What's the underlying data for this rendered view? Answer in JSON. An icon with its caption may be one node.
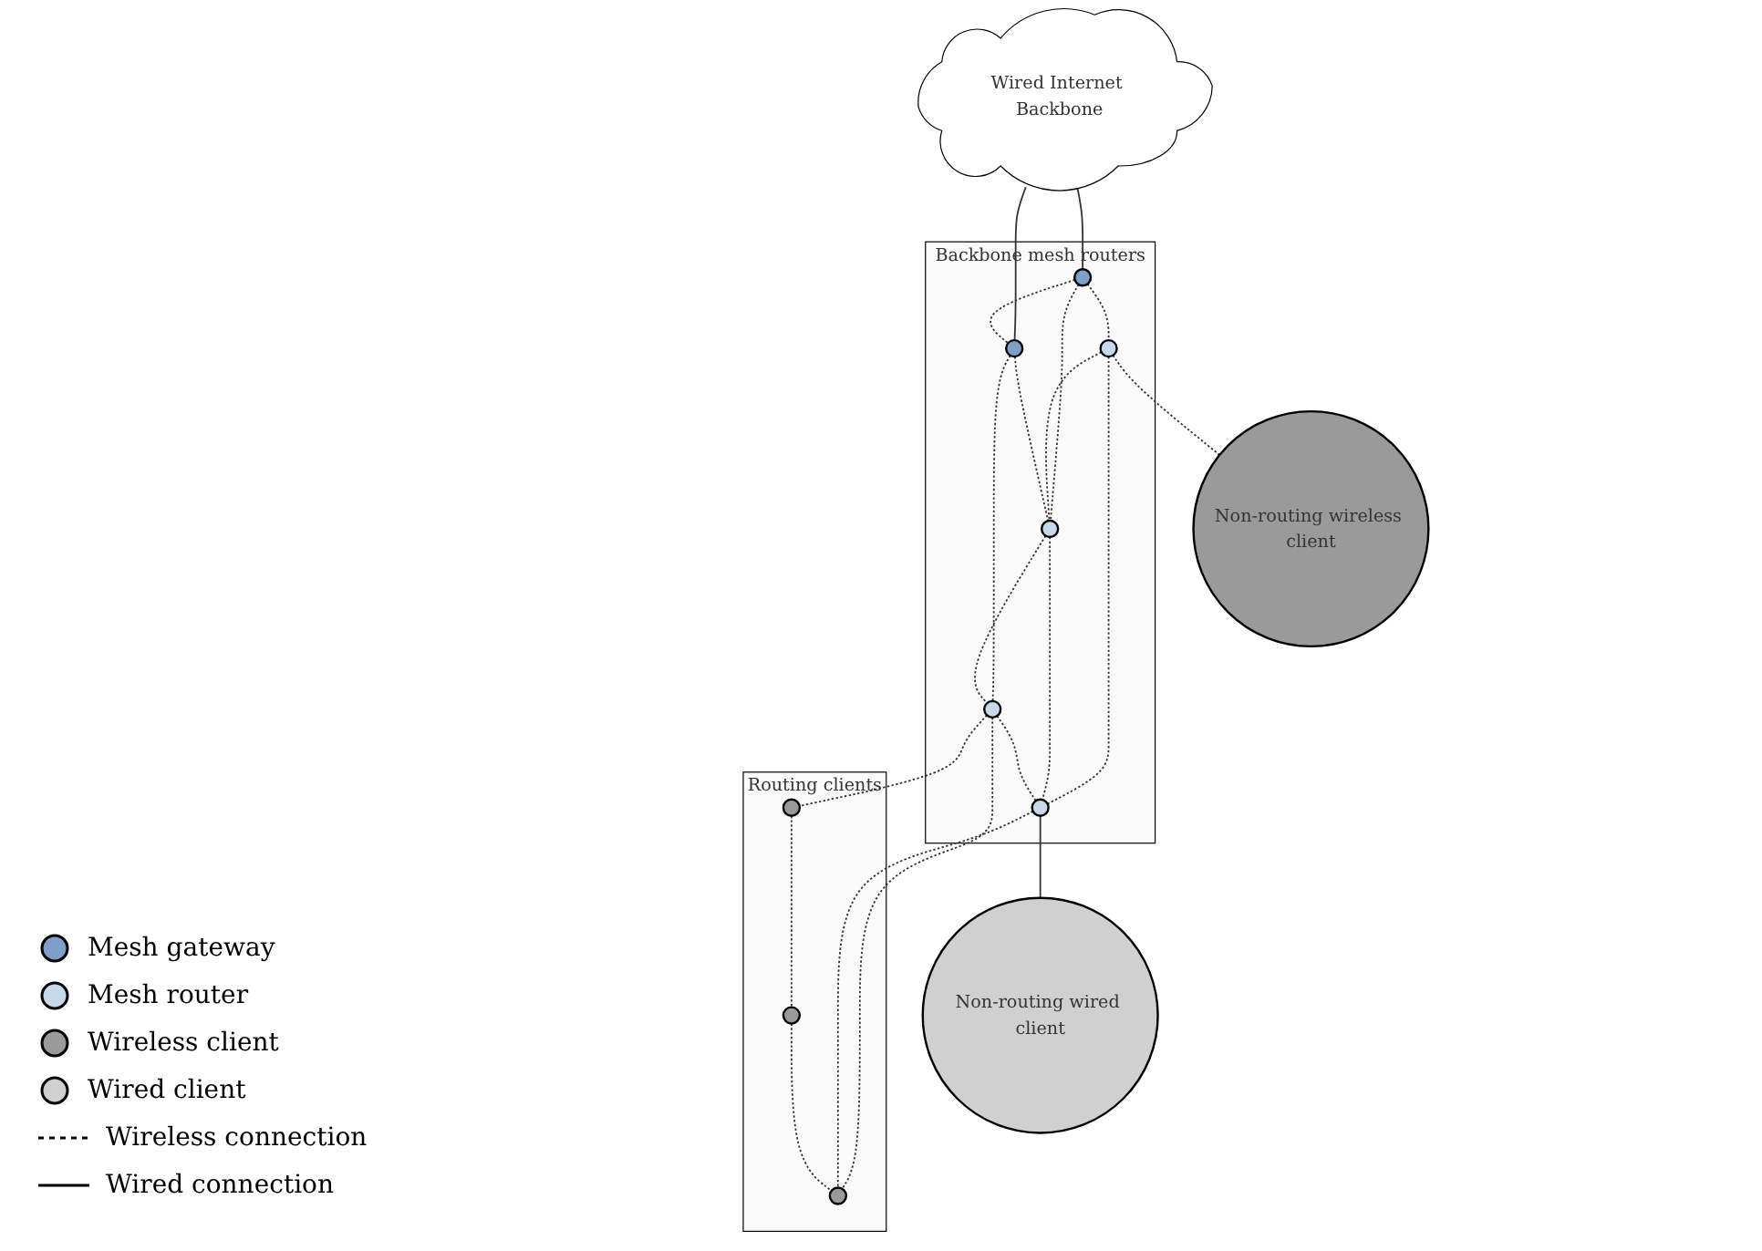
{
  "diagram": {
    "nodes": [
      {
        "text": [
          "Wired Internet Backbone"
        ]
      },
      {
        "text": [
          "Backbone mesh routers"
        ]
      },
      {
        "text": [],
        "shape": "circle",
        "in": 1
      },
      {
        "text": [],
        "shape": "circle",
        "in": 1
      },
      {
        "text": [],
        "shape": "circle",
        "in": 1
      },
      {
        "text": [],
        "shape": "circle",
        "in": 1
      },
      {
        "text": [],
        "shape": "circle",
        "in": 1
      },
      {
        "text": [],
        "shape": "circle",
        "in": 1
      },
      {
        "text": [
          "Non-routing wireless client"
        ]
      },
      {
        "text": [
          "Non-routing wired client"
        ]
      },
      {
        "text": [
          "Routing clients"
        ]
      },
      {
        "text": [],
        "shape": "circle",
        "in": 10
      },
      {
        "text": [],
        "shape": "circle",
        "in": 10
      },
      {
        "text": [],
        "shape": "circle",
        "in": 10
      }
    ],
    "edges": [
      {
        "from": 0,
        "to": 2,
        "arrow": "none"
      },
      {
        "from": 0,
        "to": 4,
        "arrow": "none"
      },
      {
        "from": 2,
        "to": 3,
        "arrow": "none",
        "style": "dashed"
      },
      {
        "from": 3,
        "to": 8,
        "arrow": "none",
        "style": "dashed"
      },
      {
        "from": 2,
        "to": 4,
        "arrow": "none",
        "style": "dashed"
      },
      {
        "from": 2,
        "to": 5,
        "arrow": "none",
        "style": "dashed"
      },
      {
        "from": 3,
        "to": 5,
        "arrow": "none",
        "style": "dashed"
      },
      {
        "from": 3,
        "to": 6,
        "arrow": "none",
        "style": "dashed"
      },
      {
        "from": 4,
        "to": 5,
        "arrow": "none",
        "style": "dashed"
      },
      {
        "from": 4,
        "to": 7,
        "arrow": "none",
        "style": "dashed"
      },
      {
        "from": 5,
        "to": 6,
        "arrow": "none",
        "style": "dashed"
      },
      {
        "from": 5,
        "to": 7,
        "arrow": "none",
        "style": "dashed"
      },
      {
        "from": 7,
        "to": 6,
        "arrow": "none",
        "style": "dashed"
      },
      {
        "from": 6,
        "to": 9,
        "arrow": "none"
      },
      {
        "from": 7,
        "to": 11,
        "arrow": "none",
        "style": "dashed"
      },
      {
        "from": 7,
        "to": 13,
        "arrow": "none",
        "style": "dashed"
      },
      {
        "from": 6,
        "to": 13,
        "arrow": "none",
        "style": "dashed"
      },
      {
        "from": 11,
        "to": 12,
        "arrow": "none",
        "style": "dashed"
      },
      {
        "from": 12,
        "to": 13,
        "arrow": "none",
        "style": "dashed"
      }
    ],
    "legend": [
      {
        "text": "Mesh gateway"
      },
      {
        "text": "Mesh router"
      },
      {
        "text": "Wireless client"
      },
      {
        "text": "Wired client"
      },
      {
        "text": "Wireless connection"
      },
      {
        "text": "Wired connection"
      }
    ]
  }
}
